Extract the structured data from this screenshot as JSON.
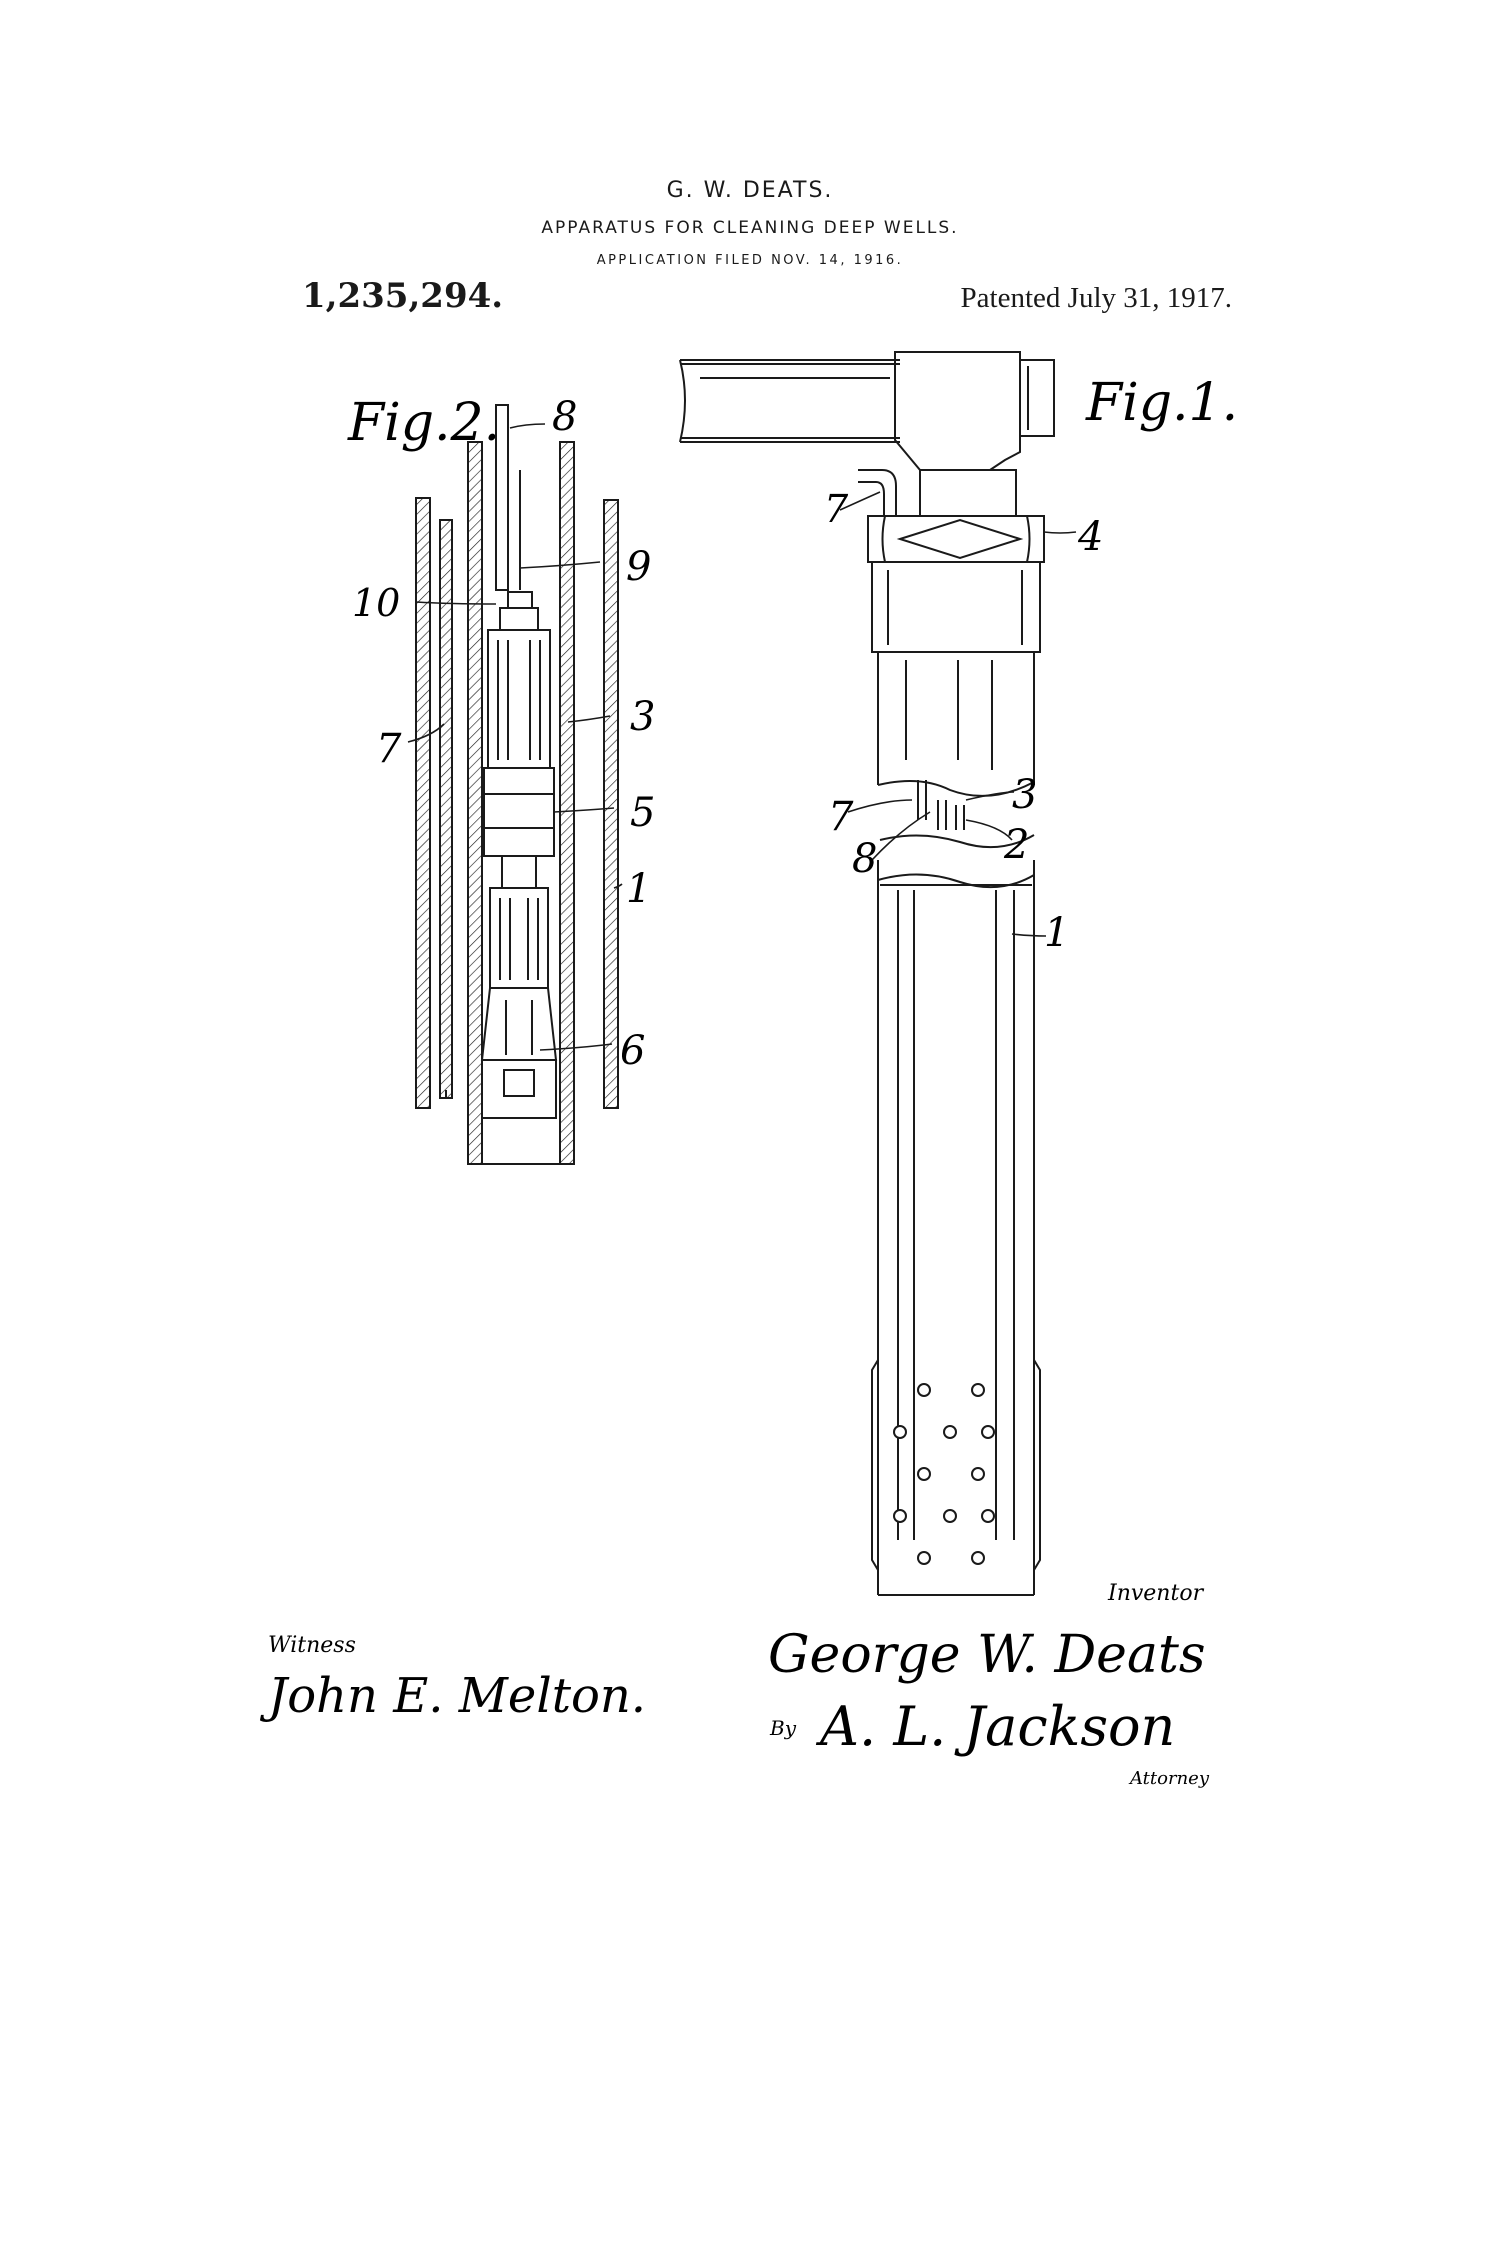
{
  "header": {
    "inventor_name": "G. W. DEATS.",
    "title": "APPARATUS FOR CLEANING DEEP WELLS.",
    "application": "APPLICATION FILED NOV. 14, 1916.",
    "patent_number": "1,235,294.",
    "patent_date": "Patented July 31, 1917."
  },
  "figures": {
    "fig1_label": "Fig.1.",
    "fig2_label": "Fig.2.",
    "fig1_refs": {
      "r7a": "7",
      "r4": "4",
      "r7b": "7",
      "r8": "8",
      "r3": "3",
      "r2": "2",
      "r1": "1"
    },
    "fig2_refs": {
      "r8": "8",
      "r9": "9",
      "r10": "10",
      "r7": "7",
      "r3": "3",
      "r5": "5",
      "r1": "1",
      "r6": "6"
    }
  },
  "signatures": {
    "inventor_label": "Inventor",
    "inventor_signature": "George W. Deats",
    "by_label": "By",
    "attorney_signature": "A. L. Jackson",
    "attorney_label": "Attorney",
    "witness_label": "Witness",
    "witness_signature": "John E. Melton."
  }
}
